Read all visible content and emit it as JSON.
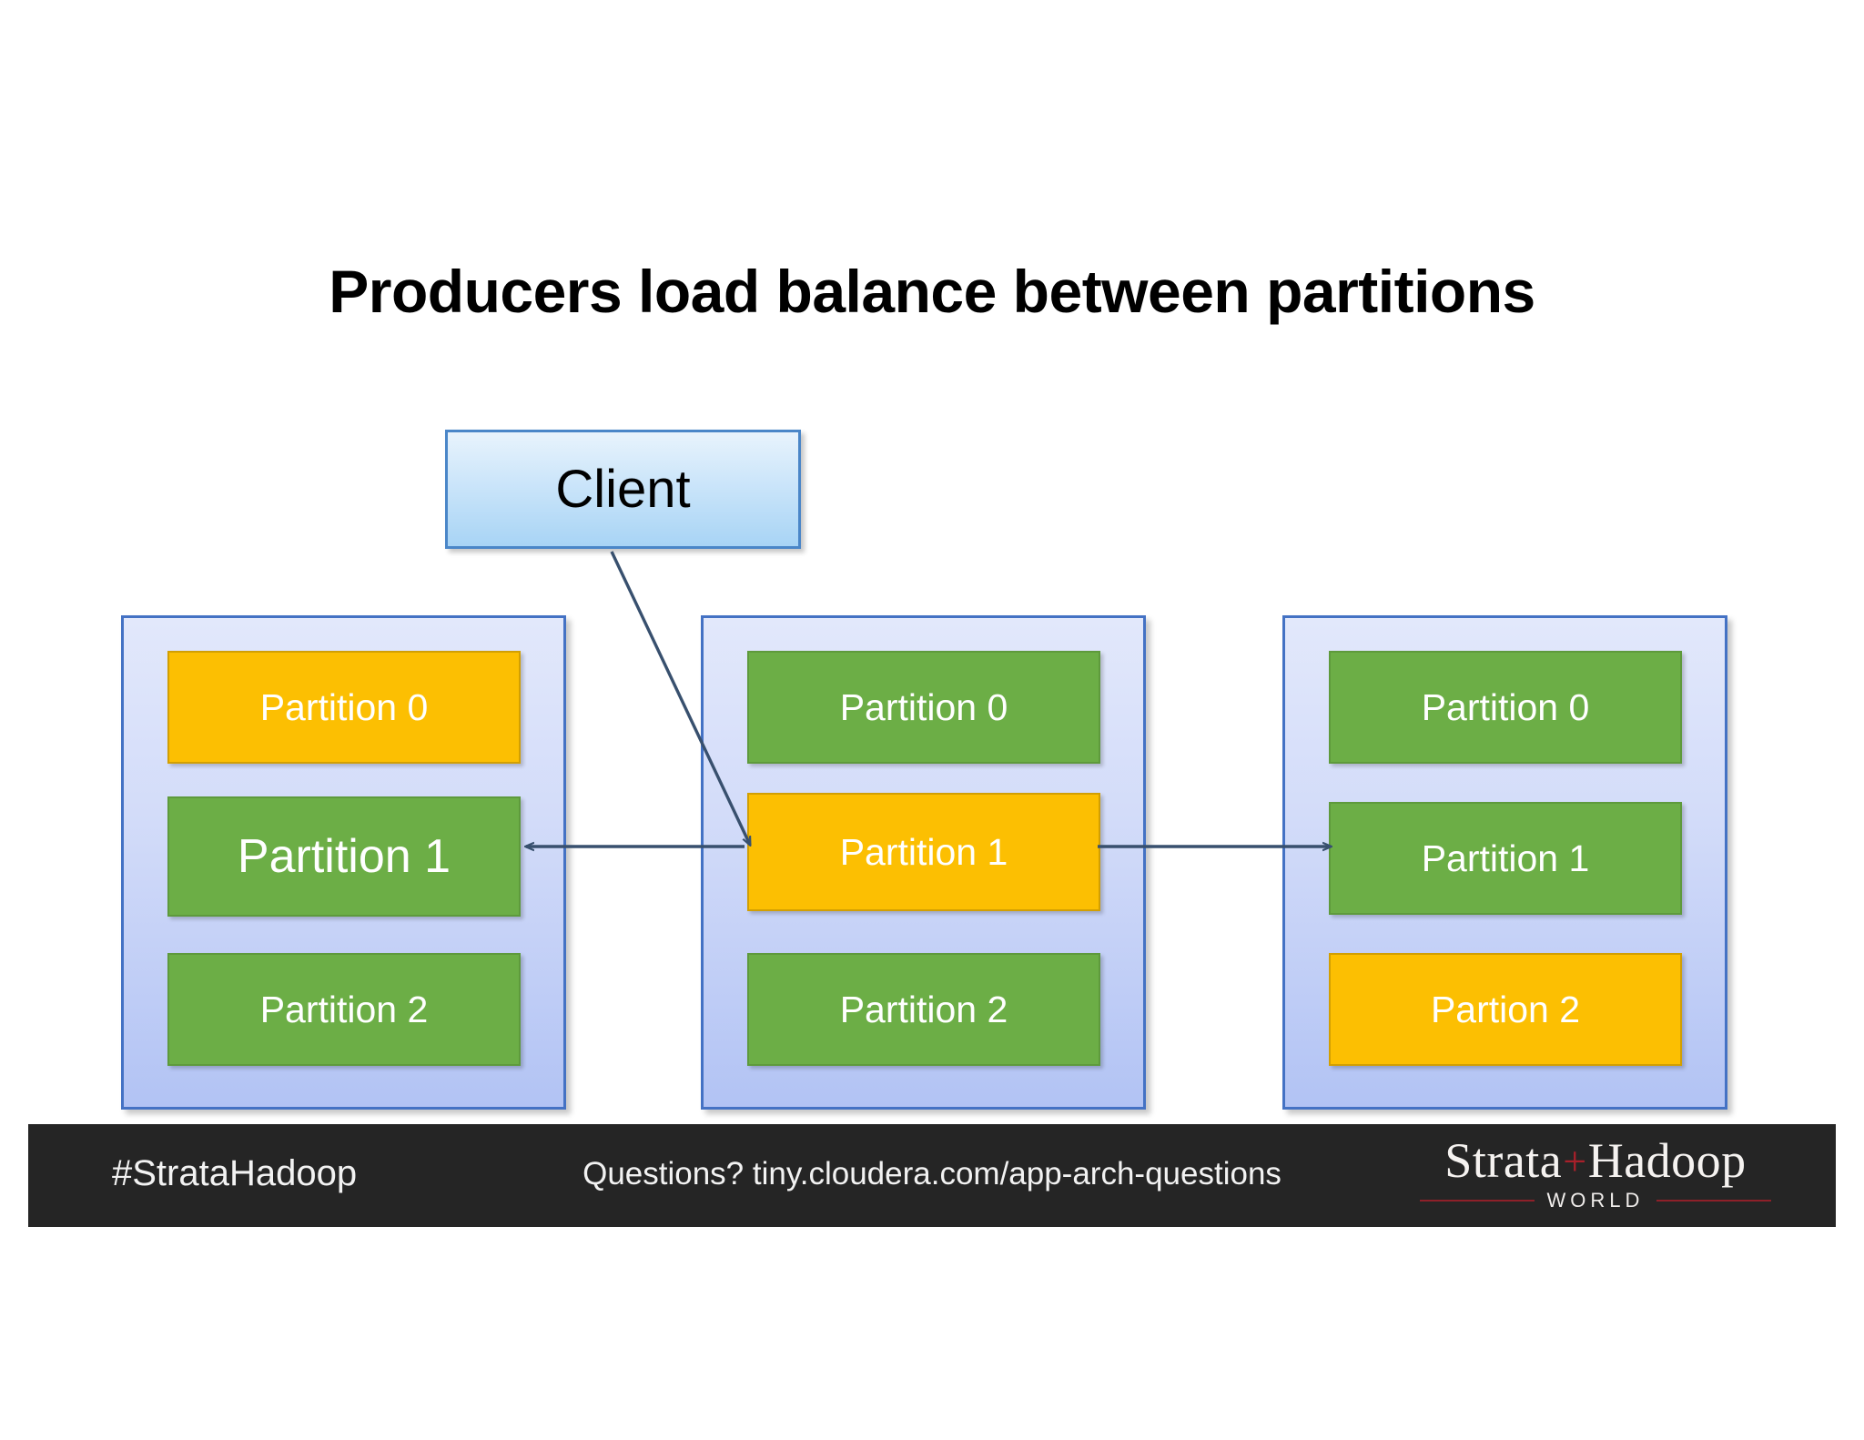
{
  "slide": {
    "title": "Producers load balance between partitions",
    "background_color": "#ffffff"
  },
  "client": {
    "label": "Client",
    "fill_top_color": "#E8F3FC",
    "fill_bottom_color": "#A8D4F5",
    "border_color": "#4A86C8"
  },
  "palette": {
    "green": "#6CAE46",
    "green_border": "#5E9A3C",
    "orange": "#FCBF02",
    "orange_border": "#D29F02",
    "broker_border": "#4472C4",
    "broker_fill_top": "#E2E8FB",
    "broker_fill_bottom": "#B2C3F4",
    "connector": "#38506E",
    "footer_bg": "#252525",
    "logo_accent": "#A8202A"
  },
  "brokers": [
    {
      "name": "broker-left",
      "partitions": [
        {
          "label": "Partition 0",
          "state": "active",
          "color": "orange"
        },
        {
          "label": "Partition 1",
          "state": "idle",
          "color": "green"
        },
        {
          "label": "Partition 2",
          "state": "idle",
          "color": "green"
        }
      ]
    },
    {
      "name": "broker-middle",
      "partitions": [
        {
          "label": "Partition 0",
          "state": "idle",
          "color": "green"
        },
        {
          "label": "Partition 1",
          "state": "active",
          "color": "orange"
        },
        {
          "label": "Partition 2",
          "state": "idle",
          "color": "green"
        }
      ]
    },
    {
      "name": "broker-right",
      "partitions": [
        {
          "label": "Partition 0",
          "state": "idle",
          "color": "green"
        },
        {
          "label": "Partition 1",
          "state": "idle",
          "color": "green"
        },
        {
          "label": "Partion 2",
          "state": "active",
          "color": "orange"
        }
      ]
    }
  ],
  "connectors": [
    {
      "name": "client-to-middle-partition1",
      "from": "client",
      "to": "broker-middle.partition-1",
      "style": "diagonal-arrow"
    },
    {
      "name": "middle-to-left-partition1",
      "from": "broker-middle.partition-1",
      "to": "broker-left.partition-1",
      "style": "horizontal-arrow-left"
    },
    {
      "name": "middle-to-right-partition1",
      "from": "broker-middle.partition-1",
      "to": "broker-right.partition-1",
      "style": "horizontal-arrow-right"
    }
  ],
  "footer": {
    "hashtag": "#StrataHadoop",
    "questions": "Questions? tiny.cloudera.com/app-arch-questions",
    "logo": {
      "word_left": "Strata",
      "plus": "+",
      "word_right": "Hadoop",
      "subtitle": "WORLD"
    }
  }
}
